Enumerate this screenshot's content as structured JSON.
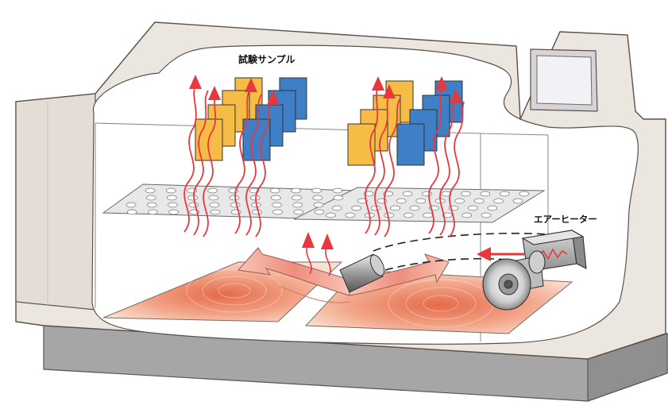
{
  "labels": {
    "test_samples": "試験サンプル",
    "air_heater": "エアーヒーター"
  },
  "colors": {
    "cabinet": "#ece6e1",
    "cabinet_edge": "#5a5048",
    "base": "#a6a6a6",
    "sample_orange": "#f6bc45",
    "sample_blue": "#3f7fc6",
    "hot_air_arrow": "#e8383d",
    "heat_pad": "#f4b69b",
    "shelf": "#e8e8e8"
  },
  "icons": [
    "hot-air-arrow",
    "test-sample-panel",
    "perforated-shelf",
    "fan-blower",
    "air-heater-box",
    "heating-pad"
  ]
}
